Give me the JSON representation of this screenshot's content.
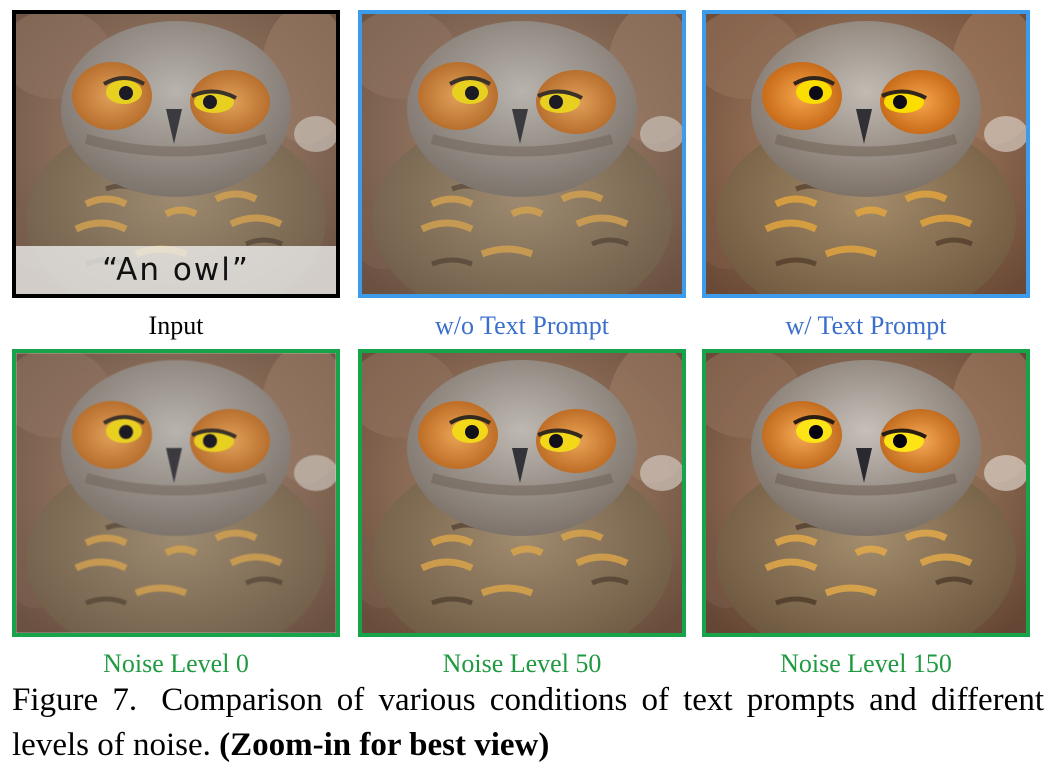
{
  "panels": [
    {
      "id": "input",
      "caption": "Input",
      "overlay_text": "“An owl”",
      "border_color": "#000000"
    },
    {
      "id": "wo_text",
      "caption": "w/o Text Prompt",
      "border_color": "#3c9bea"
    },
    {
      "id": "w_text",
      "caption": "w/ Text Prompt",
      "border_color": "#3c9bea"
    },
    {
      "id": "noise0",
      "caption": "Noise Level 0",
      "border_color": "#17a34a"
    },
    {
      "id": "noise50",
      "caption": "Noise Level 50",
      "border_color": "#17a34a"
    },
    {
      "id": "noise150",
      "caption": "Noise Level 150",
      "border_color": "#17a34a"
    }
  ],
  "figure": {
    "label": "Figure 7.",
    "text": "Comparison of various conditions of text prompts and different levels of noise.",
    "emphasis": "(Zoom-in for best view)"
  }
}
